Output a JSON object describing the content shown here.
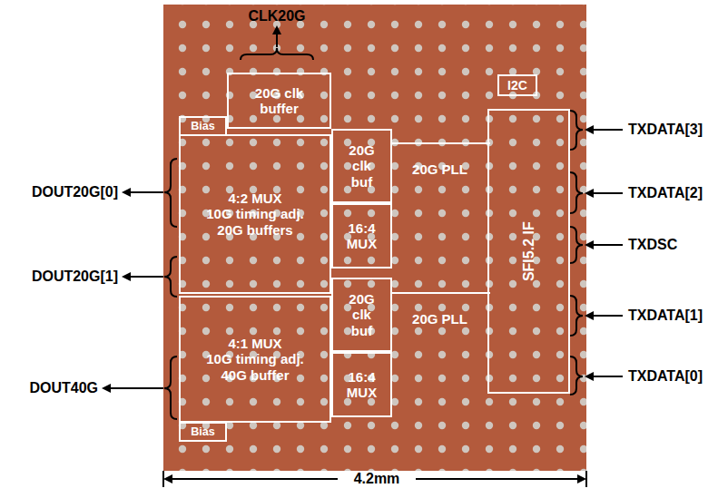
{
  "diagram": {
    "nodes": [
      {
        "text": [
          "20G clk buffer"
        ]
      },
      {
        "text": [
          "Bias"
        ]
      },
      {
        "text": [
          "4:2 MUX 10G timing adj. 20G buffers"
        ]
      },
      {
        "text": [
          "20G clk buf"
        ]
      },
      {
        "text": [
          "20G PLL"
        ]
      },
      {
        "text": [
          "16:4 MUX"
        ]
      },
      {
        "text": [
          "I2C"
        ]
      },
      {
        "text": [
          "SFI5.2 IF"
        ]
      },
      {
        "text": [
          "20G clk buf"
        ]
      },
      {
        "text": [
          "20G PLL"
        ]
      },
      {
        "text": [
          "4:1 MUX 10G timing adj. 40G buffer"
        ]
      },
      {
        "text": [
          "16:4 MUX"
        ]
      },
      {
        "text": [
          "Bias"
        ]
      }
    ],
    "edges": [],
    "labels": [
      "CLK20G",
      "DOUT20G[0]",
      "DOUT20G[1]",
      "DOUT40G",
      "TXDATA[3]",
      "TXDATA[2]",
      "TXDSC",
      "TXDATA[1]",
      "TXDATA[0]",
      "4.2mm"
    ]
  }
}
